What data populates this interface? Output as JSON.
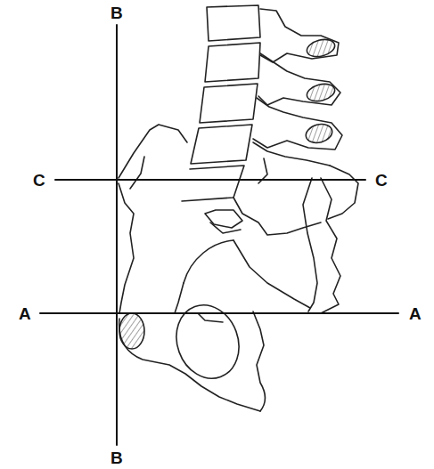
{
  "diagram": {
    "labels": [
      "B",
      "C",
      "C",
      "A",
      "A",
      "B"
    ]
  }
}
